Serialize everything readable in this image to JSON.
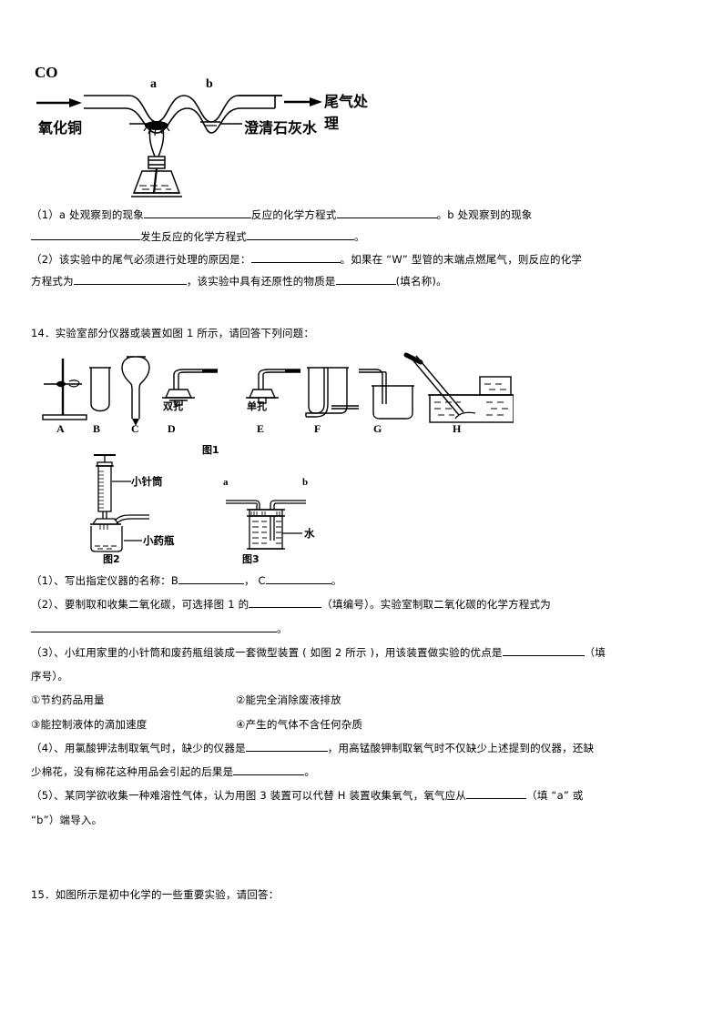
{
  "figure_co": {
    "inlet_label": "CO",
    "point_a": "a",
    "point_b": "b",
    "outlet_label": "尾气处理",
    "reagent_left": "氧化铜",
    "reagent_right": "澄清石灰水"
  },
  "q13": {
    "item1_part1": "（1）a 处观察到的现象",
    "item1_part2": "反应的化学方程式",
    "item1_part3": "。b 处观察到的现象",
    "item1_part4": "发生反应的化学方程式",
    "item1_part5": "。",
    "item2_part1": "（2）该实验中的尾气必须进行处理的原因是：",
    "item2_part2": "。如果在 “W” 型管的末端点燃尾气，则反应的化学",
    "item2_part3": "方程式为",
    "item2_part4": "，该实验中具有还原性的物质是",
    "item2_part5": "(填名称)。"
  },
  "q14": {
    "heading": "14．实验室部分仪器或装置如图 1 所示，请回答下列问题：",
    "figure1": {
      "caption": "图1",
      "letters": [
        "A",
        "B",
        "C",
        "D",
        "E",
        "F",
        "G",
        "H"
      ],
      "sub_labels": {
        "d": "双孔",
        "e": "单孔"
      }
    },
    "figure2": {
      "caption": "图2",
      "label_top": "小针筒",
      "label_bottom": "小药瓶"
    },
    "figure3": {
      "caption": "图3",
      "port_a": "a",
      "port_b": "b",
      "label_water": "水"
    },
    "item1_part1": "（1）、写出指定仪器的名称：B",
    "item1_part2": "，  C",
    "item1_part3": "。",
    "item2_part1": "（2）、要制取和收集二氧化碳，可选择图 1 的",
    "item2_part2": "（填编号）。实验室制取二氧化碳的化学方程式为",
    "item2_part3": "。",
    "item3_part1": "（3）、小红用家里的小针筒和废药瓶组装成一套微型装置 ( 如图 2 所示 )，用该装置做实验的优点是",
    "item3_part2": "（填",
    "item3_part3": "序号）。",
    "options": [
      "①节约药品用量",
      "②能完全消除废液排放",
      "③能控制液体的滴加速度",
      "④产生的气体不含任何杂质"
    ],
    "item4_part1": "（4）、用氯酸钾法制取氧气时，缺少的仪器是",
    "item4_part2": "，用高锰酸钾制取氧气时不仅缺少上述提到的仪器，还缺",
    "item4_part3": "少棉花，没有棉花这种用品会引起的后果是",
    "item4_part4": "。",
    "item5_part1": "（5）、某同学欲收集一种难溶性气体，认为用图 3 装置可以代替 H 装置收集氧气，氧气应从",
    "item5_part2": "（填 “a” 或",
    "item5_part3": "“b”）端导入。"
  },
  "q15": {
    "heading": "15．如图所示是初中化学的一些重要实验，请回答："
  },
  "colors": {
    "ink": "#000000",
    "paper": "#ffffff"
  }
}
